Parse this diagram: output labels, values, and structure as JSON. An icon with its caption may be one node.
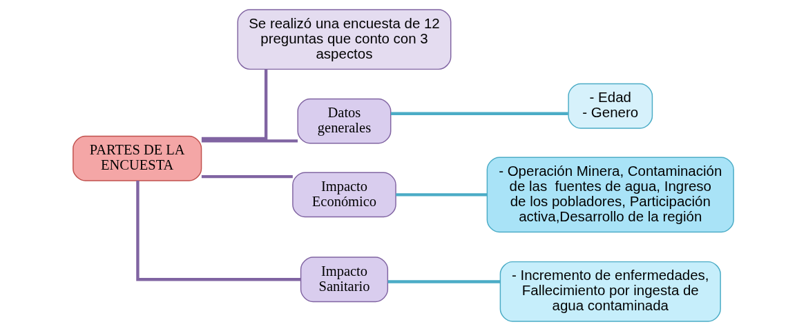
{
  "diagram": {
    "nodes": [
      {
        "text": [
          "PARTES DE LA ENCUESTA"
        ]
      },
      {
        "text": [
          "Se realizó una encuesta de 12 preguntas que conto con 3 aspectos"
        ]
      },
      {
        "text": [
          "Datos generales"
        ]
      },
      {
        "text": [
          "Impacto Económico"
        ]
      },
      {
        "text": [
          "Impacto Sanitario"
        ]
      },
      {
        "text": [
          "- Edad",
          "- Genero"
        ]
      },
      {
        "text": [
          "- Operación Minera, Contaminación de las  fuentes de agua, Ingreso de los pobladores, Participación activa,Desarrollo de la región"
        ]
      },
      {
        "text": [
          "- Incremento de enfermedades, Fallecimiento por ingesta de agua contaminada"
        ]
      }
    ],
    "edges": [
      {
        "from": 0,
        "to": 1,
        "arrow": "none"
      },
      {
        "from": 0,
        "to": 2,
        "arrow": "none"
      },
      {
        "from": 0,
        "to": 3,
        "arrow": "none"
      },
      {
        "from": 0,
        "to": 4,
        "arrow": "none"
      },
      {
        "from": 2,
        "to": 5,
        "arrow": "none",
        "color": "#4bacc6"
      },
      {
        "from": 3,
        "to": 6,
        "arrow": "none",
        "color": "#4bacc6"
      },
      {
        "from": 4,
        "to": 7,
        "arrow": "none",
        "color": "#4bacc6"
      }
    ]
  }
}
